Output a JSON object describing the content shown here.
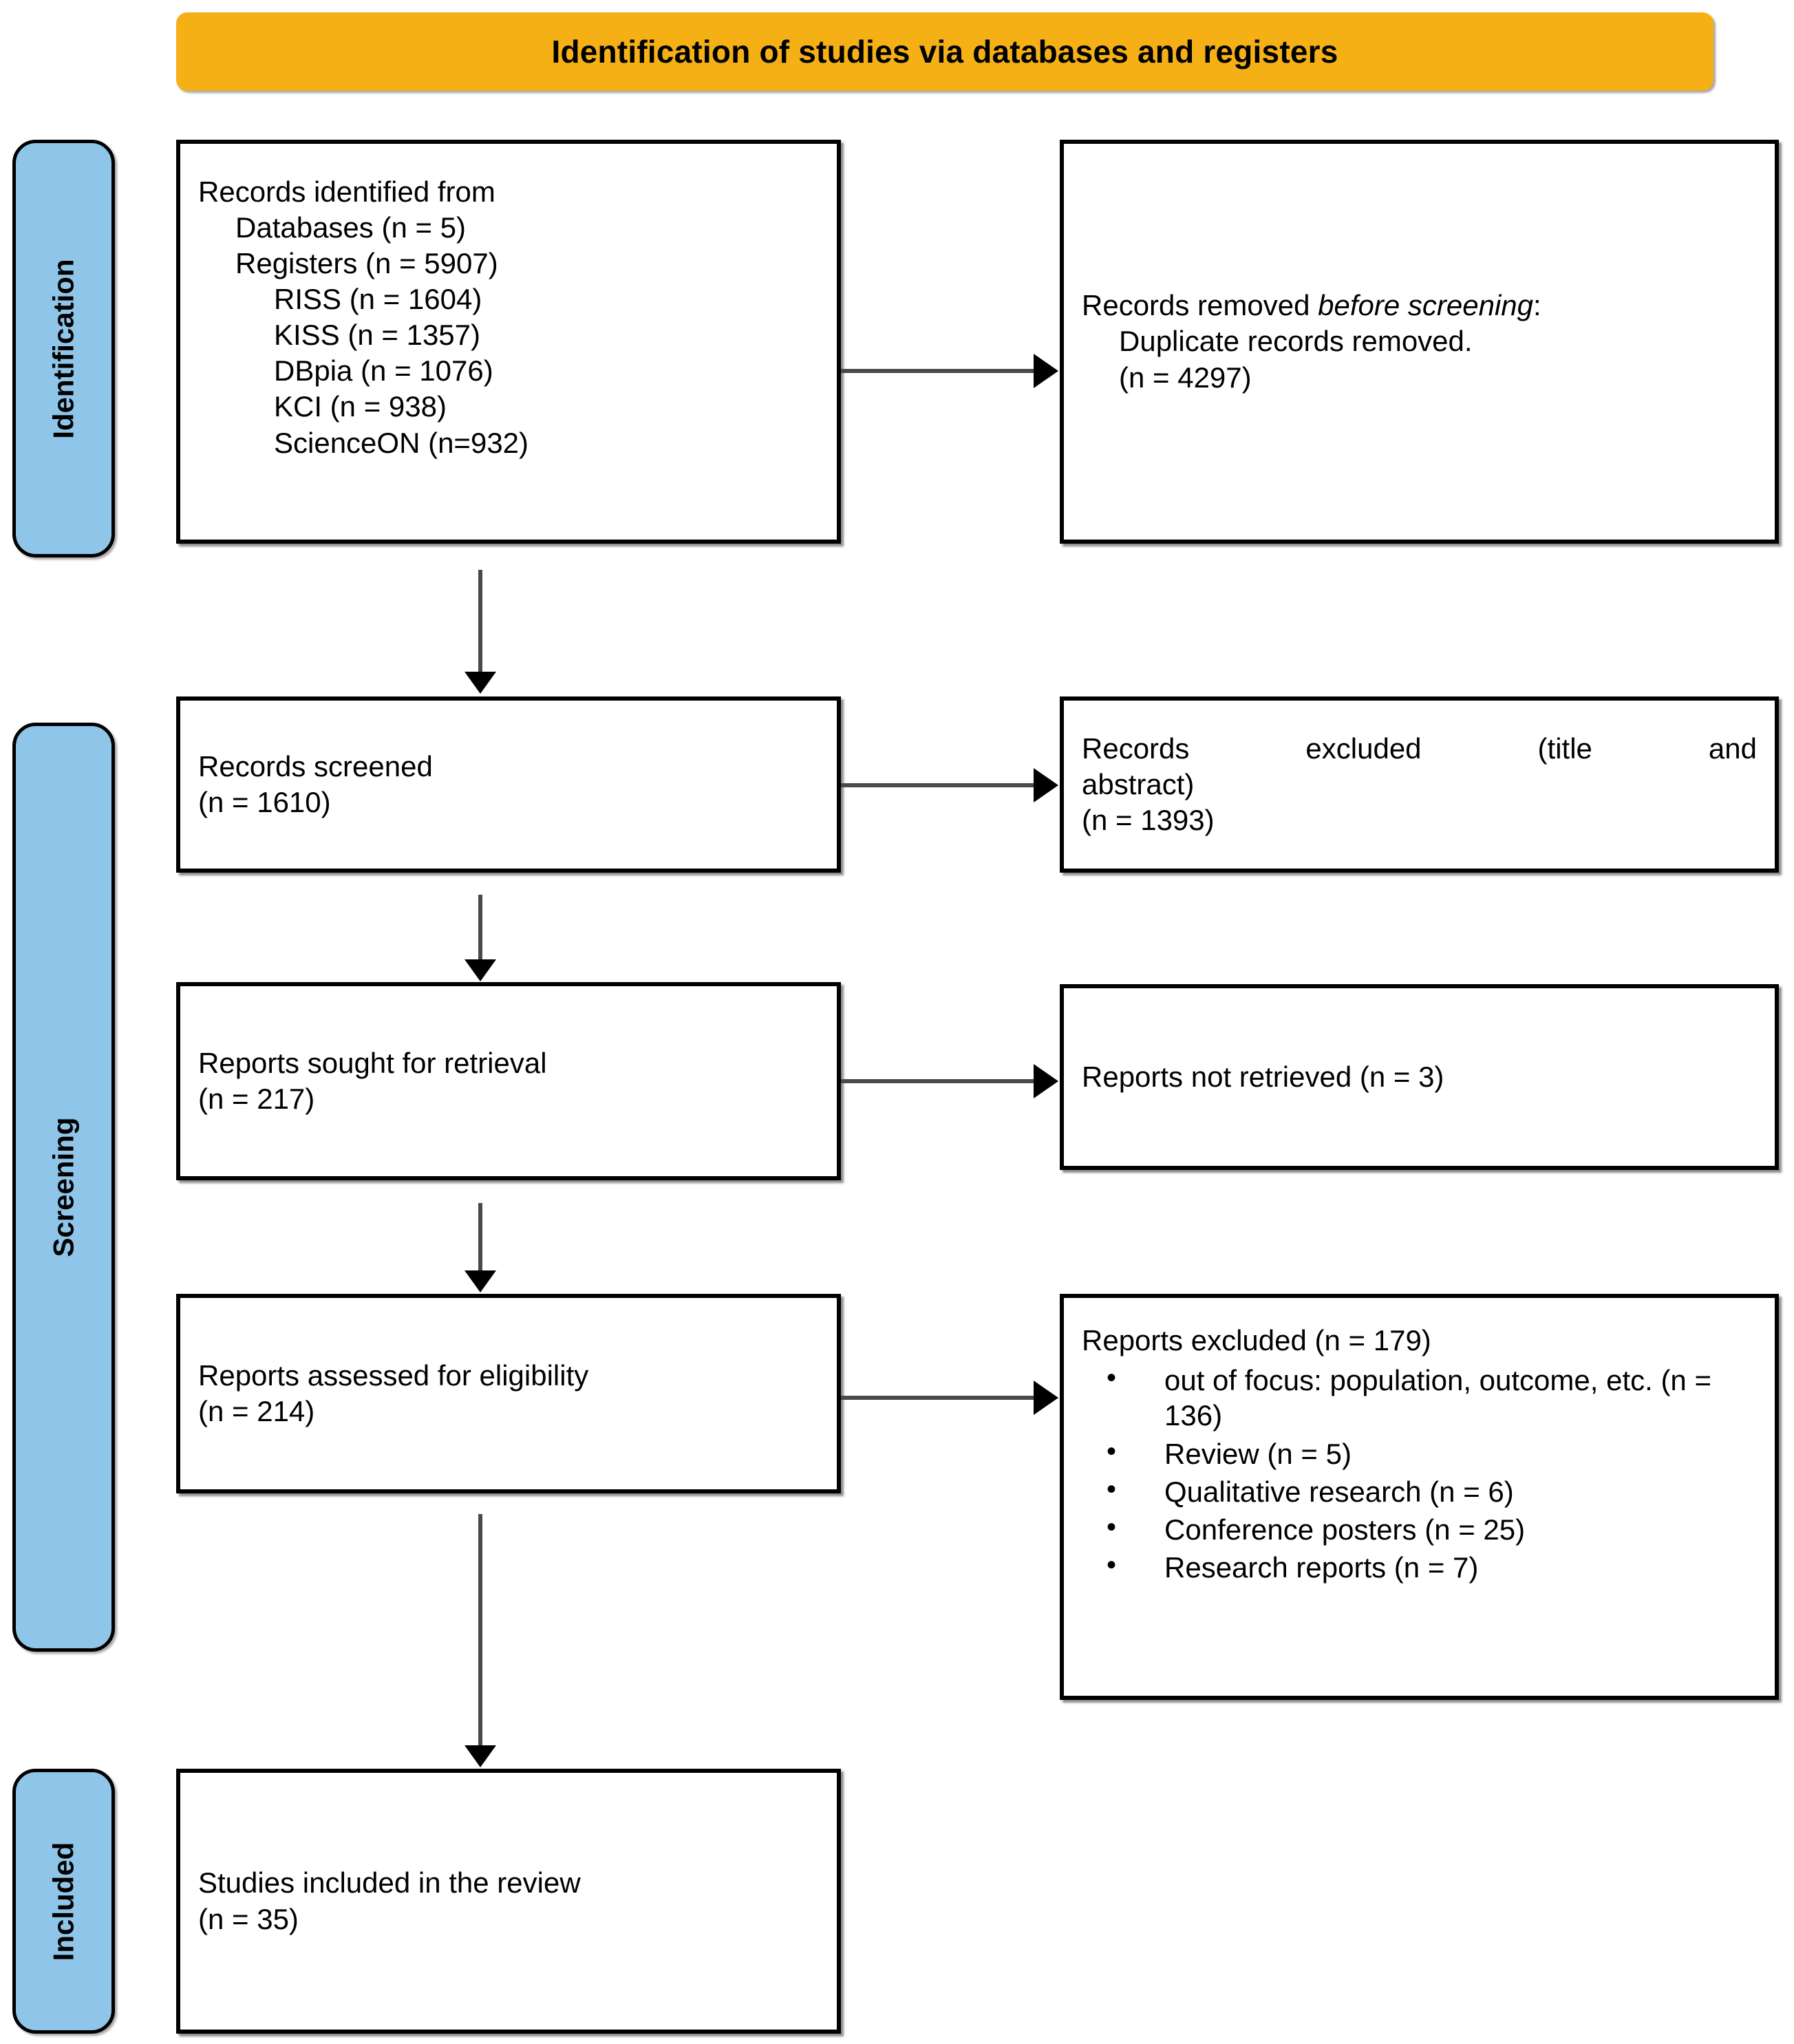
{
  "banner": {
    "title": "Identification of studies via databases and registers"
  },
  "stages": [
    {
      "key": "identification",
      "label": "Identification"
    },
    {
      "key": "screening",
      "label": "Screening"
    },
    {
      "key": "included",
      "label": "Included"
    }
  ],
  "colors": {
    "banner_bg": "#F5B016",
    "stage_bg": "#8EC5E8",
    "box_border": "#000000",
    "arrow_stem": "#4A4A4A",
    "arrow_head": "#000000",
    "text": "#000000"
  },
  "boxes": {
    "identified": {
      "heading": "Records identified from",
      "lines_level1": [
        "Databases (n = 5)",
        "Registers (n = 5907)"
      ],
      "lines_level2": [
        "RISS (n = 1604)",
        "KISS (n = 1357)",
        "DBpia (n = 1076)",
        "KCI (n = 938)",
        "ScienceON (n=932)"
      ]
    },
    "removed": {
      "line1_prefix": "Records removed ",
      "line1_italic": "before screening",
      "line1_suffix": ":",
      "line2": "Duplicate records removed.",
      "line3": "(n = 4297)"
    },
    "screened": {
      "line1": "Records screened",
      "line2": "(n = 1610)"
    },
    "excluded_title_abstract": {
      "line1": "Records excluded (title and",
      "line2": "abstract)",
      "line3": "(n = 1393)"
    },
    "sought": {
      "line1": "Reports sought for retrieval",
      "line2": "(n = 217)"
    },
    "not_retrieved": {
      "line1": "Reports not retrieved (n = 3)"
    },
    "assessed": {
      "line1": "Reports assessed for eligibility",
      "line2": "(n = 214)"
    },
    "reports_excluded": {
      "heading": "Reports excluded (n = 179)",
      "items": [
        "out of focus: population, outcome, etc. (n = 136)",
        "Review (n = 5)",
        "Qualitative research (n = 6)",
        "Conference posters (n = 25)",
        "Research reports (n = 7)"
      ]
    },
    "included": {
      "line1": "Studies included in the review",
      "line2": "(n = 35)"
    }
  },
  "chart_data": {
    "type": "diagram",
    "title": "PRISMA 2020 flow diagram: Identification of studies via databases and registers",
    "nodes": [
      {
        "id": "identified",
        "stage": "Identification",
        "column": "left",
        "label": "Records identified from",
        "n_databases": 5,
        "n_registers": 5907,
        "sources": [
          {
            "name": "RISS",
            "n": 1604
          },
          {
            "name": "KISS",
            "n": 1357
          },
          {
            "name": "DBpia",
            "n": 1076
          },
          {
            "name": "KCI",
            "n": 938
          },
          {
            "name": "ScienceON",
            "n": 932
          }
        ]
      },
      {
        "id": "removed",
        "stage": "Identification",
        "column": "right",
        "label": "Records removed before screening: Duplicate records removed.",
        "n": 4297
      },
      {
        "id": "screened",
        "stage": "Screening",
        "column": "left",
        "label": "Records screened",
        "n": 1610
      },
      {
        "id": "excluded_ta",
        "stage": "Screening",
        "column": "right",
        "label": "Records excluded (title and abstract)",
        "n": 1393
      },
      {
        "id": "sought",
        "stage": "Screening",
        "column": "left",
        "label": "Reports sought for retrieval",
        "n": 217
      },
      {
        "id": "not_retrieved",
        "stage": "Screening",
        "column": "right",
        "label": "Reports not retrieved",
        "n": 3
      },
      {
        "id": "assessed",
        "stage": "Screening",
        "column": "left",
        "label": "Reports assessed for eligibility",
        "n": 214
      },
      {
        "id": "reports_excluded",
        "stage": "Screening",
        "column": "right",
        "label": "Reports excluded",
        "n": 179,
        "reasons": [
          {
            "reason": "out of focus: population, outcome, etc.",
            "n": 136
          },
          {
            "reason": "Review",
            "n": 5
          },
          {
            "reason": "Qualitative research",
            "n": 6
          },
          {
            "reason": "Conference posters",
            "n": 25
          },
          {
            "reason": "Research reports",
            "n": 7
          }
        ]
      },
      {
        "id": "included",
        "stage": "Included",
        "column": "left",
        "label": "Studies included in the review",
        "n": 35
      }
    ],
    "edges": [
      {
        "from": "identified",
        "to": "removed",
        "direction": "right"
      },
      {
        "from": "identified",
        "to": "screened",
        "direction": "down"
      },
      {
        "from": "screened",
        "to": "excluded_ta",
        "direction": "right"
      },
      {
        "from": "screened",
        "to": "sought",
        "direction": "down"
      },
      {
        "from": "sought",
        "to": "not_retrieved",
        "direction": "right"
      },
      {
        "from": "sought",
        "to": "assessed",
        "direction": "down"
      },
      {
        "from": "assessed",
        "to": "reports_excluded",
        "direction": "right"
      },
      {
        "from": "assessed",
        "to": "included",
        "direction": "down"
      }
    ]
  }
}
